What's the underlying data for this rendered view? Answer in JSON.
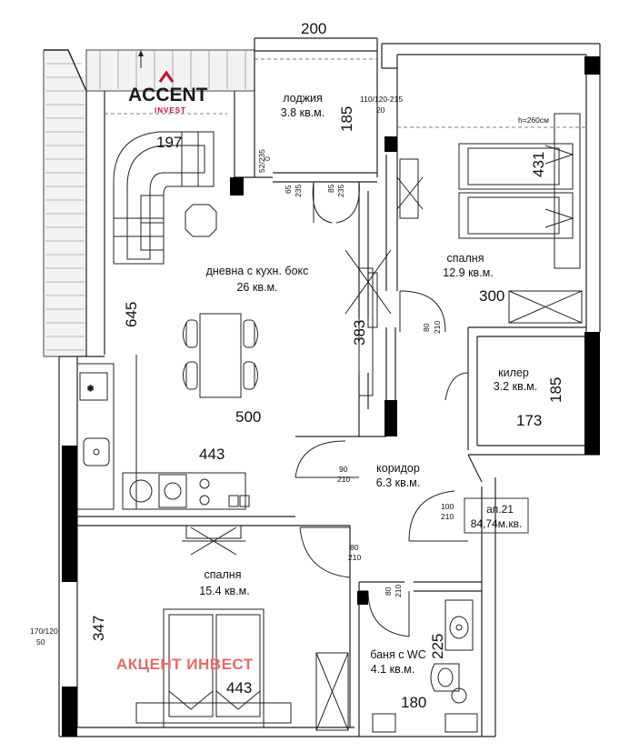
{
  "top_dimension": "200",
  "logo": {
    "main": "ACCENT",
    "sub": "INVEST"
  },
  "watermark": "АКЦЕНТ ИНВЕСТ",
  "apartment": {
    "number": "ап.21",
    "area": "84,74м.кв."
  },
  "rooms": {
    "loggia": {
      "name": "лоджия",
      "area": "3.8 кв.м."
    },
    "living": {
      "name": "дневна с кухн. бокс",
      "area": "26 кв.м."
    },
    "bedroom1": {
      "name": "спалня",
      "area": "12.9 кв.м."
    },
    "closet": {
      "name": "килер",
      "area": "3.2 кв.м."
    },
    "corridor": {
      "name": "коридор",
      "area": "6.3 кв.м."
    },
    "bedroom2": {
      "name": "спалня",
      "area": "15.4 кв.м."
    },
    "bath": {
      "name": "баня с WC",
      "area": "4.1 кв.м."
    }
  },
  "dimensions": {
    "d197": "197",
    "d185_loggia": "185",
    "d431": "431",
    "d300": "300",
    "d645": "645",
    "d383": "383",
    "d500": "500",
    "d443_kitchen": "443",
    "d185_closet": "185",
    "d173": "173",
    "d347": "347",
    "d443_bed": "443",
    "d225": "225",
    "d180": "180"
  },
  "small_labels": {
    "window_top": "110/120-215",
    "window_top_b": "20",
    "h260": "h=260см",
    "d52": "52/235",
    "d0": "0",
    "door_65a": "65",
    "door_235a": "235",
    "door_85": "85",
    "door_235b": "235",
    "door_80_bed": "80",
    "door_210_bed": "210",
    "door_90": "90",
    "door_210_c": "210",
    "door_100": "100",
    "door_210_d": "210",
    "door_80_c": "80",
    "door_210_e": "210",
    "door_80_wc": "80",
    "door_210_wc": "210",
    "window_left": "170/120",
    "window_left_b": "50"
  }
}
